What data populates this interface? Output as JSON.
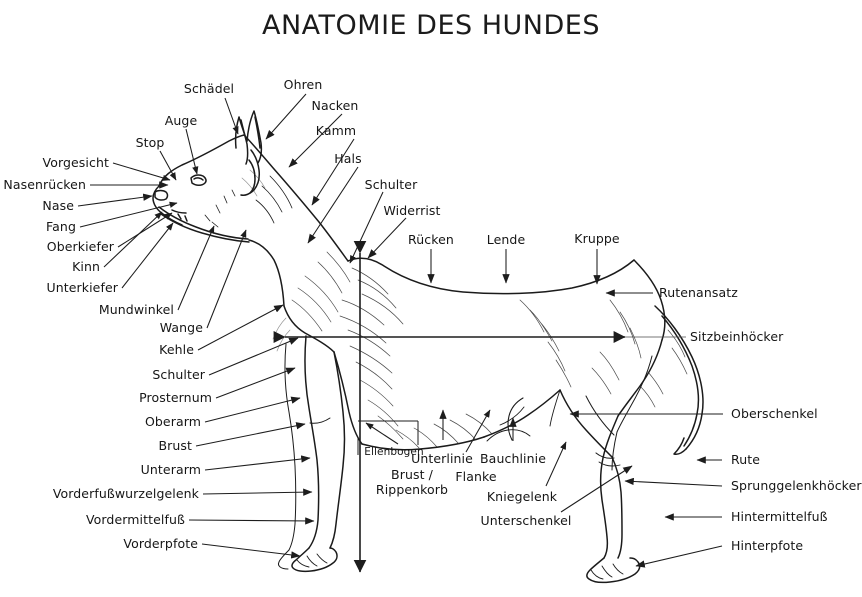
{
  "title": "ANATOMIE DES HUNDES",
  "subject": "Dog anatomy diagram with German anatomical labels",
  "colors": {
    "background": "#ffffff",
    "ink": "#161616",
    "leader_line": "#222222"
  },
  "labels": {
    "head_top": [
      {
        "name": "schaedel",
        "text": "Schädel"
      },
      {
        "name": "ohren",
        "text": "Ohren"
      },
      {
        "name": "nacken",
        "text": "Nacken"
      },
      {
        "name": "kamm",
        "text": "Kamm"
      },
      {
        "name": "hals",
        "text": "Hals"
      },
      {
        "name": "auge",
        "text": "Auge"
      },
      {
        "name": "stop",
        "text": "Stop"
      }
    ],
    "head_left": [
      {
        "name": "vorgesicht",
        "text": "Vorgesicht"
      },
      {
        "name": "nasenruecken",
        "text": "Nasenrücken"
      },
      {
        "name": "nase",
        "text": "Nase"
      },
      {
        "name": "fang",
        "text": "Fang"
      },
      {
        "name": "oberkiefer",
        "text": "Oberkiefer"
      },
      {
        "name": "kinn",
        "text": "Kinn"
      },
      {
        "name": "unterkiefer",
        "text": "Unterkiefer"
      },
      {
        "name": "mundwinkel",
        "text": "Mundwinkel"
      },
      {
        "name": "wange",
        "text": "Wange"
      },
      {
        "name": "kehle",
        "text": "Kehle"
      }
    ],
    "foreleg_left": [
      {
        "name": "schulter-left",
        "text": "Schulter"
      },
      {
        "name": "prosternum",
        "text": "Prosternum"
      },
      {
        "name": "oberarm",
        "text": "Oberarm"
      },
      {
        "name": "brust",
        "text": "Brust"
      },
      {
        "name": "unterarm",
        "text": "Unterarm"
      },
      {
        "name": "vorderfusswurzelgelenk",
        "text": "Vorderfußwurzelgelenk"
      },
      {
        "name": "vordermittelfuss",
        "text": "Vordermittelfuß"
      },
      {
        "name": "vorderpfote",
        "text": "Vorderpfote"
      }
    ],
    "topline": [
      {
        "name": "schulter-top",
        "text": "Schulter"
      },
      {
        "name": "widerrist",
        "text": "Widerrist"
      },
      {
        "name": "ruecken",
        "text": "Rücken"
      },
      {
        "name": "lende",
        "text": "Lende"
      },
      {
        "name": "kruppe",
        "text": "Kruppe"
      }
    ],
    "right": [
      {
        "name": "rutenansatz",
        "text": "Rutenansatz"
      },
      {
        "name": "sitzbeinhoecker",
        "text": "Sitzbeinhöcker"
      },
      {
        "name": "oberschenkel",
        "text": "Oberschenkel"
      },
      {
        "name": "rute",
        "text": "Rute"
      },
      {
        "name": "sprunggelenkhoecker",
        "text": "Sprunggelenkhöcker"
      },
      {
        "name": "hintermittelfuss",
        "text": "Hintermittelfuß"
      },
      {
        "name": "hinterpfote",
        "text": "Hinterpfote"
      }
    ],
    "underline": [
      {
        "name": "ellenbogen",
        "text": "Ellenbogen"
      },
      {
        "name": "brust-rippenkorb",
        "text": "Brust /\nRippenkorb"
      },
      {
        "name": "unterlinie",
        "text": "Unterlinie"
      },
      {
        "name": "bauchlinie",
        "text": "Bauchlinie"
      },
      {
        "name": "flanke",
        "text": "Flanke"
      },
      {
        "name": "kniegelenk",
        "text": "Kniegelenk"
      },
      {
        "name": "unterschenkel",
        "text": "Unterschenkel"
      }
    ]
  }
}
